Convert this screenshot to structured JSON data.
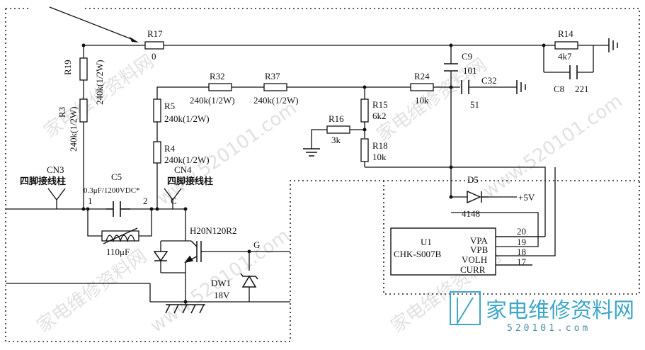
{
  "labels": {
    "R17": "R17",
    "R17v": "0",
    "R19": "R19",
    "R19v": "240k(1/2W)",
    "R3": "R3",
    "R3v": "240k(1/2W)",
    "R32": "R32",
    "R32v": "240k(1/2W)",
    "R37": "R37",
    "R37v": "240k(1/2W)",
    "R5": "R5",
    "R5v": "240k(1/2W)",
    "R4": "R4",
    "R4v": "240k(1/2W)",
    "R24": "R24",
    "R24v": "10k",
    "R15": "R15",
    "R15v": "6k2",
    "R16": "R16",
    "R16v": "3k",
    "R18": "R18",
    "R18v": "10k",
    "R14": "R14",
    "R14v": "4k7",
    "C9": "C9",
    "C9v": "101",
    "C32": "C32",
    "C32v": "51",
    "C8": "C8",
    "C8v": "221",
    "C5": "C5",
    "C5v": "0.3μF/1200VDC*",
    "CN3": "CN3",
    "CN3desc": "四脚接线柱",
    "CN4": "CN4",
    "CN4desc": "四脚接线柱",
    "pin1": "1",
    "pin2": "2",
    "pinC": "C",
    "coil": "110μF",
    "Q": "H20N120R2",
    "G": "G",
    "DW1": "DW1",
    "DW1v": "18V",
    "D5": "D5",
    "D5v": "4148",
    "plus5v": "+5V",
    "U1": "U1",
    "U1v": "CHK-S007B",
    "VPA": "VPA",
    "VPB": "VPB",
    "VOLH": "VOLH",
    "CURR": "CURR",
    "p20": "20",
    "p19": "19",
    "p18": "18",
    "p17": "17"
  },
  "watermark": {
    "text1": "家电维修资料网",
    "text2": "www.520101.com",
    "brand": "家电维修资料网",
    "brand_url": "520101.com"
  }
}
